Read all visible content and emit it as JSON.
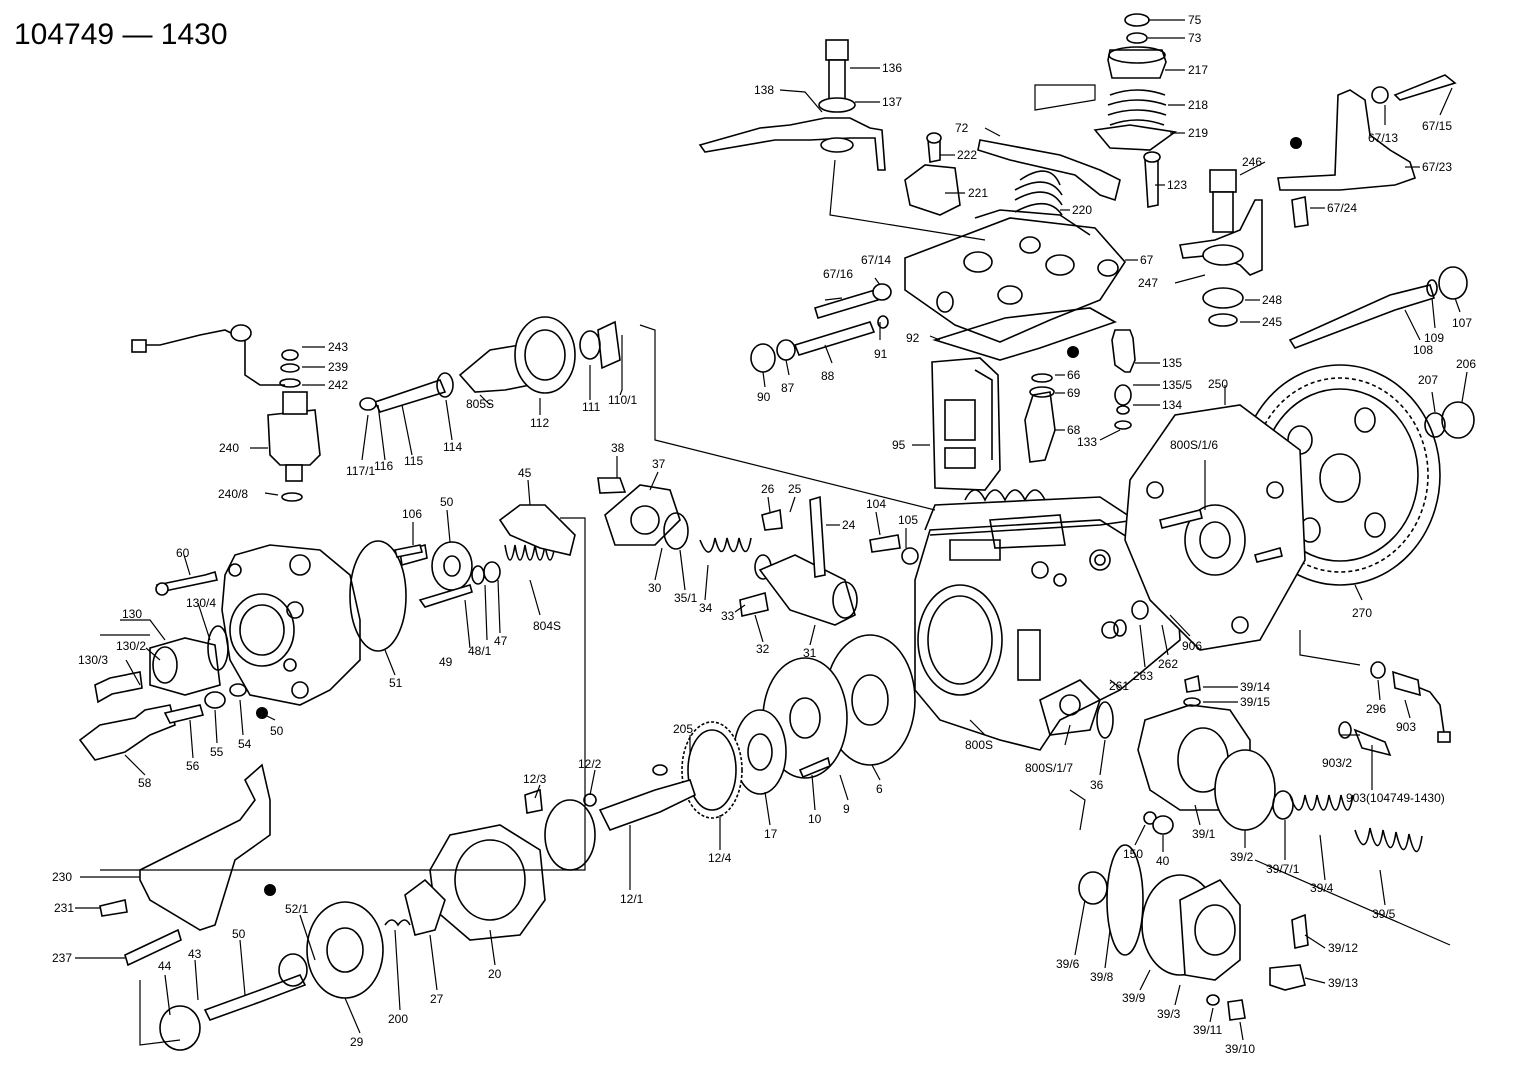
{
  "title": "104749 — 1430",
  "labels": {
    "l75": "75",
    "l73": "73",
    "l217": "217",
    "l218": "218",
    "l219": "219",
    "l136": "136",
    "l137": "137",
    "l138": "138",
    "l72": "72",
    "l222": "222",
    "l221": "221",
    "l220": "220",
    "l123": "123",
    "l67": "67",
    "l246": "246",
    "l67_15": "67/15",
    "l67_13": "67/13",
    "l67_23": "67/23",
    "l67_24": "67/24",
    "l247": "247",
    "l248": "248",
    "l245": "245",
    "l67_16": "67/16",
    "l67_14": "67/14",
    "l92": "92",
    "l91": "91",
    "l88": "88",
    "l87": "87",
    "l90": "90",
    "l135": "135",
    "l135_5": "135/5",
    "l134": "134",
    "l133": "133",
    "l66": "66",
    "l69": "69",
    "l68": "68",
    "l95": "95",
    "l108": "108",
    "l109": "109",
    "l107": "107",
    "l207": "207",
    "l206": "206",
    "l250": "250",
    "l800s_1_6": "800S/1/6",
    "l270": "270",
    "l243": "243",
    "l239": "239",
    "l242": "242",
    "l240": "240",
    "l240_8": "240/8",
    "l117_1": "117/1",
    "l116": "116",
    "l115": "115",
    "l114": "114",
    "l805s": "805S",
    "l112": "112",
    "l111": "111",
    "l110_1": "110/1",
    "l38": "38",
    "l37": "37",
    "l26": "26",
    "l25": "25",
    "l24": "24",
    "l104": "104",
    "l105": "105",
    "l30": "30",
    "l35_1": "35/1",
    "l34": "34",
    "l33": "33",
    "l32": "32",
    "l31": "31",
    "l45": "45",
    "l106": "106",
    "l50a": "50",
    "l60": "60",
    "l130": "130",
    "l130_4": "130/4",
    "l130_2": "130/2",
    "l130_3": "130/3",
    "l804s": "804S",
    "l47": "47",
    "l48_1": "48/1",
    "l49": "49",
    "l51": "51",
    "l50b": "50",
    "l54": "54",
    "l55": "55",
    "l56": "56",
    "l58": "58",
    "l800s": "800S",
    "l800s_1_7": "800S/1/7",
    "l36": "36",
    "l261": "261",
    "l263": "263",
    "l262": "262",
    "l906": "906",
    "l39_14": "39/14",
    "l39_15": "39/15",
    "l296": "296",
    "l903": "903",
    "l903_2": "903/2",
    "l903_full": "903(104749-1430)",
    "l39_1": "39/1",
    "l39_2": "39/2",
    "l39_7_1": "39/7/1",
    "l39_4": "39/4",
    "l39_5": "39/5",
    "l150": "150",
    "l40": "40",
    "l205": "205",
    "l12_2": "12/2",
    "l12_3": "12/3",
    "l12_1": "12/1",
    "l12_4": "12/4",
    "l17": "17",
    "l10": "10",
    "l9": "9",
    "l6": "6",
    "l230": "230",
    "l231": "231",
    "l237": "237",
    "l52_1": "52/1",
    "l44": "44",
    "l43": "43",
    "l50c": "50",
    "l29": "29",
    "l200": "200",
    "l27": "27",
    "l20": "20",
    "l39_6": "39/6",
    "l39_8": "39/8",
    "l39_9": "39/9",
    "l39_3": "39/3",
    "l39_11": "39/11",
    "l39_10": "39/10",
    "l39_12": "39/12",
    "l39_13": "39/13"
  }
}
